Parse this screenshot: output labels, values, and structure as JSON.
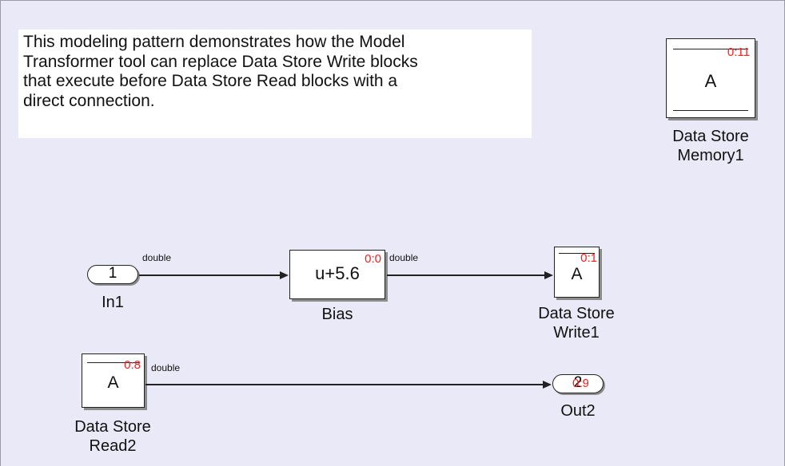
{
  "annotation": {
    "line1": "This modeling pattern demonstrates how the Model",
    "line2": "Transformer tool can replace Data Store Write blocks",
    "line3": "that execute before Data Store Read blocks with a",
    "line4": "direct connection."
  },
  "blocks": {
    "dsm": {
      "text": "A",
      "exec": "0:11",
      "label1": "Data Store",
      "label2": "Memory1"
    },
    "in1": {
      "number": "1",
      "label": "In1"
    },
    "bias": {
      "text": "u+5.6",
      "exec": "0:0",
      "label": "Bias"
    },
    "dsw": {
      "text": "A",
      "exec": "0:1",
      "label1": "Data Store",
      "label2": "Write1"
    },
    "dsr": {
      "text": "A",
      "exec": "0:8",
      "label1": "Data Store",
      "label2": "Read2"
    },
    "out2": {
      "number": "2",
      "exec": "0:9",
      "label": "Out2"
    }
  },
  "signals": {
    "in1_to_bias": "double",
    "bias_to_dsw": "double",
    "dsr_to_out2": "double"
  },
  "colors": {
    "canvas": "#e9e9f8",
    "execution_order": "#ff1a1a"
  }
}
